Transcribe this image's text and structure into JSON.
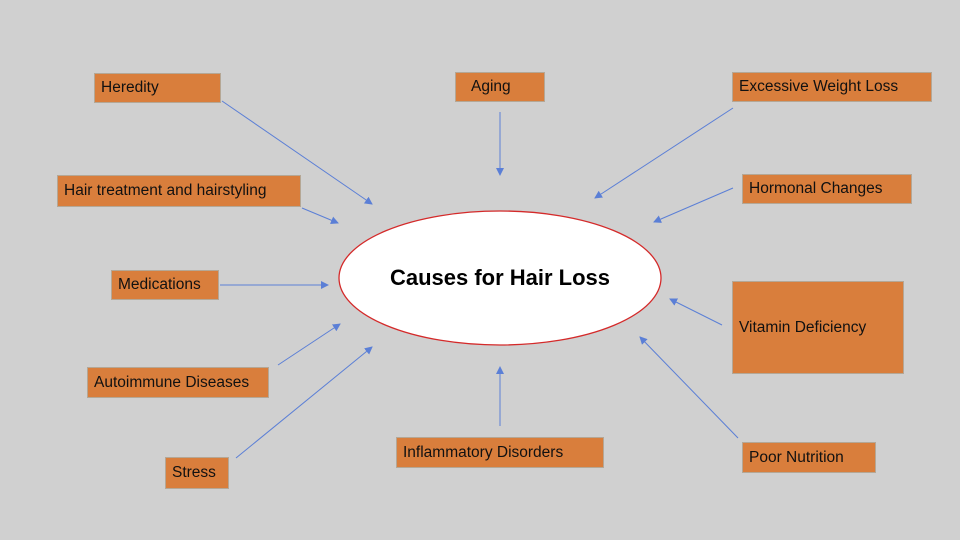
{
  "center": {
    "label": "Causes for Hair Loss"
  },
  "causes": [
    "Heredity",
    "Aging",
    "Excessive Weight Loss",
    "Hair treatment and hairstyling",
    "Hormonal Changes",
    "Medications",
    "Vitamin Deficiency",
    "Autoimmune Diseases",
    "Stress",
    "Inflammatory Disorders",
    "Poor Nutrition"
  ],
  "colors": {
    "background": "#d0d0d0",
    "box_fill": "#d97e3c",
    "ellipse_stroke": "#d42a2a",
    "arrow": "#5b7fd6"
  }
}
